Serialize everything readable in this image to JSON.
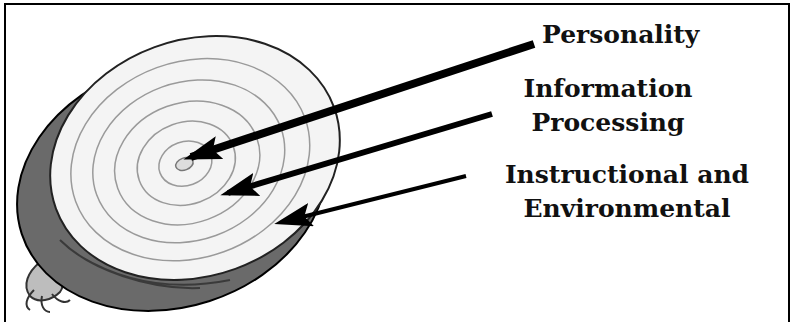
{
  "diagram": {
    "labels": [
      "Personality",
      "Information Processing",
      "Instructional and Environmental"
    ]
  }
}
